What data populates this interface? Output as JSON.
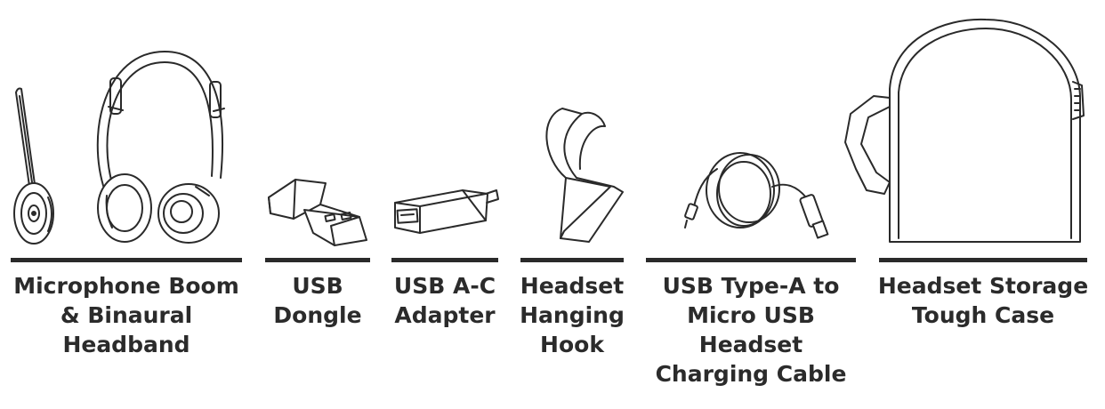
{
  "items": [
    {
      "id": "headset",
      "icon": "headset-with-mic-boom-icon",
      "label_lines": [
        "Microphone Boom",
        "& Binaural",
        "Headband"
      ]
    },
    {
      "id": "dongle",
      "icon": "usb-dongle-icon",
      "label_lines": [
        "USB",
        "Dongle"
      ]
    },
    {
      "id": "adapter",
      "icon": "usb-a-c-adapter-icon",
      "label_lines": [
        "USB A-C",
        "Adapter"
      ]
    },
    {
      "id": "hook",
      "icon": "headset-hanging-hook-icon",
      "label_lines": [
        "Headset",
        "Hanging",
        "Hook"
      ]
    },
    {
      "id": "cable",
      "icon": "charging-cable-icon",
      "label_lines": [
        "USB Type-A to",
        "Micro USB",
        "Headset",
        "Charging Cable"
      ]
    },
    {
      "id": "case",
      "icon": "storage-case-icon",
      "label_lines": [
        "Headset Storage",
        "Tough Case"
      ]
    }
  ]
}
